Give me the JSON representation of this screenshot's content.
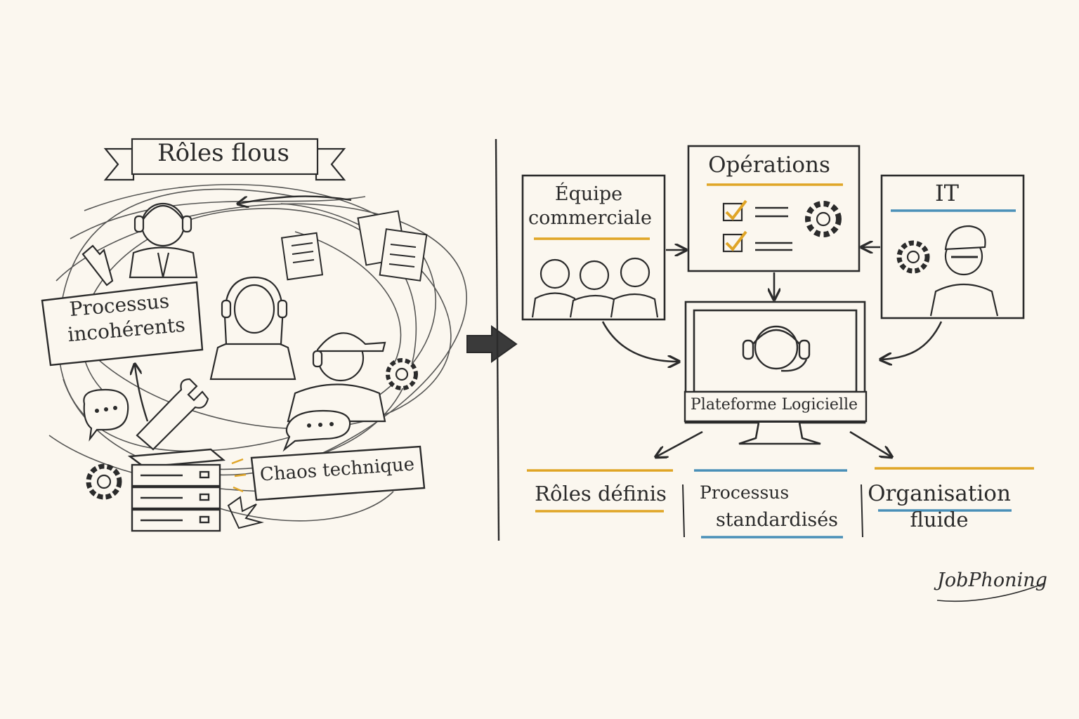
{
  "left_panel": {
    "banner": "Rôles flous",
    "sign_processes_line1": "Processus",
    "sign_processes_line2": "incohérents",
    "sign_chaos": "Chaos technique"
  },
  "right_panel": {
    "box_sales_line1": "Équipe",
    "box_sales_line2": "commerciale",
    "box_operations": "Opérations",
    "box_it": "IT",
    "platform": "Plateforme Logicielle",
    "outcome_roles": "Rôles définis",
    "outcome_processes_line1": "Processus",
    "outcome_processes_line2": "standardisés",
    "outcome_org_line1": "Organisation",
    "outcome_org_line2": "fluide"
  },
  "signature": "JobPhoning",
  "colors": {
    "ink": "#2b2b2b",
    "accent_yellow": "#e0a526",
    "accent_blue": "#4a90b8",
    "paper": "#fbf7ef"
  }
}
